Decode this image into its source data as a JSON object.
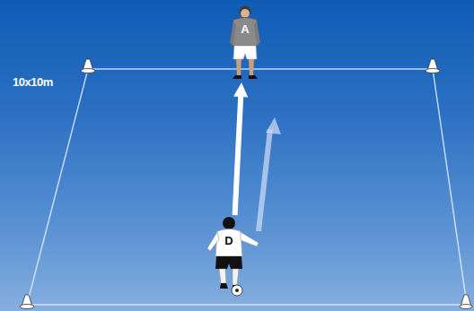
{
  "diagram": {
    "nodes": [
      {
        "text": [
          "A"
        ]
      },
      {
        "text": [
          "D"
        ]
      }
    ],
    "edges": [
      {
        "from": 1,
        "to": 0,
        "arrow": "to"
      }
    ],
    "labels": [
      "10x10m"
    ]
  }
}
